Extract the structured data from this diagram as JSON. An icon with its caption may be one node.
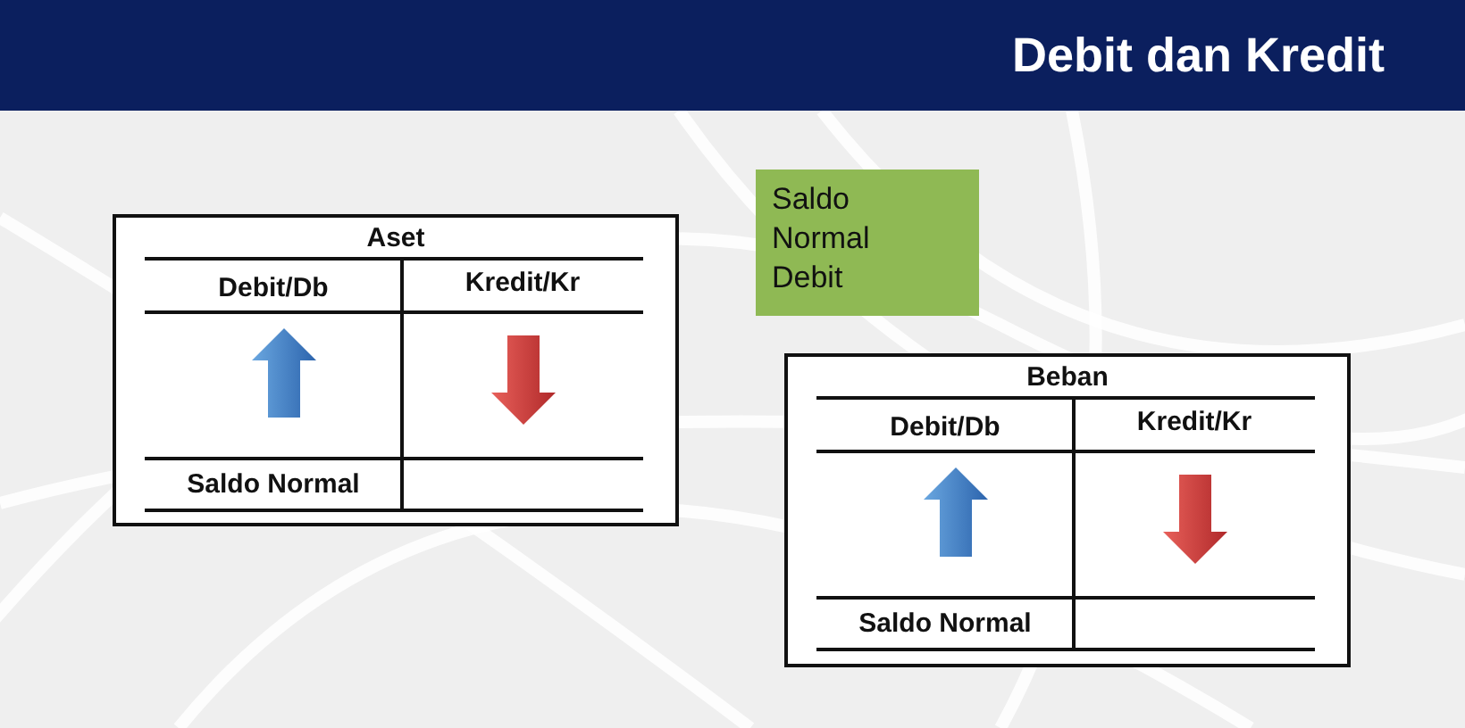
{
  "diagram": {
    "title": "Debit dan Kredit",
    "nodes": [
      {
        "text": [
          "Aset",
          "Debit/Db",
          "Kredit/Kr",
          "Saldo Normal"
        ]
      },
      {
        "text": [
          "Saldo Normal Debit"
        ]
      },
      {
        "text": [
          "Beban",
          "Debit/Db",
          "Kredit/Kr",
          "Saldo Normal"
        ]
      }
    ]
  }
}
